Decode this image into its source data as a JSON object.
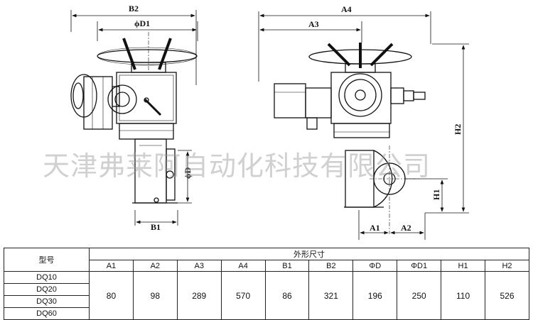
{
  "diagram": {
    "labels": {
      "b2": "B2",
      "phi_d1": "ϕD1",
      "phi_d": "ϕD",
      "b1": "B1",
      "a4": "A4",
      "a3": "A3",
      "h2": "H2",
      "h1": "H1",
      "a1": "A1",
      "a2": "A2"
    },
    "watermark": "天津弗莱阿自动化科技有限公司"
  },
  "table": {
    "col_model": "型号",
    "group_header": "外形尺寸",
    "columns": [
      "A1",
      "A2",
      "A3",
      "A4",
      "B1",
      "B2",
      "ΦD",
      "ΦD1",
      "H1",
      "H2"
    ],
    "models": [
      "DQ10",
      "DQ20",
      "DQ30",
      "DQ60"
    ],
    "values": [
      "80",
      "98",
      "289",
      "570",
      "86",
      "321",
      "196",
      "250",
      "110",
      "526"
    ]
  }
}
